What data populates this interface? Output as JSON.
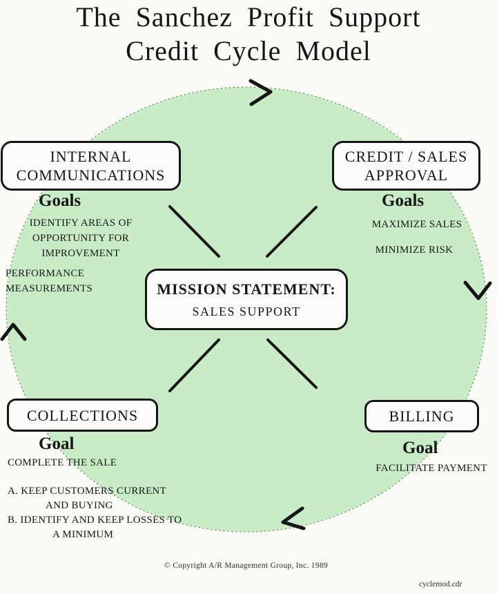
{
  "title": {
    "line1": "The Sanchez Profit Support",
    "line2": "Credit Cycle Model"
  },
  "colors": {
    "page_bg": "#fafaf7",
    "circle_fill": "#c8ecc5",
    "circle_edge": "#44683f",
    "box_bg": "#fcfdfa",
    "ink": "#141414",
    "text": "#151515"
  },
  "center": {
    "title": "MISSION STATEMENT:",
    "subtitle": "SALES SUPPORT"
  },
  "quadrants": {
    "internal_communications": {
      "heading": "INTERNAL COMMUNICATIONS",
      "goals_label": "Goals",
      "block1": "IDENTIFY AREAS OF\nOPPORTUNITY FOR\nIMPROVEMENT",
      "block2": "PERFORMANCE\nMEASUREMENTS"
    },
    "credit_sales": {
      "heading": "CREDIT / SALES APPROVAL",
      "goals_label": "Goals",
      "item1": "MAXIMIZE SALES",
      "item2": "MINIMIZE RISK"
    },
    "collections": {
      "heading": "COLLECTIONS",
      "goal_label": "Goal",
      "subtitle": "COMPLETE THE SALE",
      "list": [
        "A. KEEP CUSTOMERS CURRENT",
        "AND BUYING",
        "B. IDENTIFY AND KEEP LOSSES TO",
        "A MINIMUM"
      ]
    },
    "billing": {
      "heading": "BILLING",
      "goal_label": "Goal",
      "item": "FACILITATE PAYMENT"
    }
  },
  "footer": {
    "copyright": "© Copyright  A/R Management Group, Inc.  1989",
    "filename": "cyclemod.cdr"
  },
  "icons": {
    "cycle_direction": "clockwise"
  }
}
